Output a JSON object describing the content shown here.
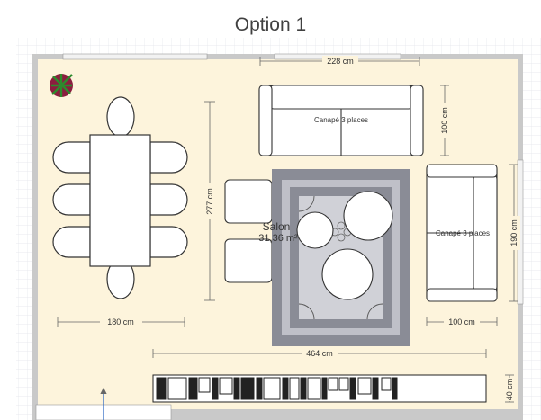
{
  "title": "Option 1",
  "room": {
    "name": "Salon",
    "area": "31,36 m²"
  },
  "dimensions": {
    "top_sofa_width": "228 cm",
    "top_sofa_depth": "100 cm",
    "room_depth": "277 cm",
    "right_sofa_width": "190 cm",
    "table_width": "180 cm",
    "right_sofa_depth": "100 cm",
    "cabinet_width": "464 cm",
    "cabinet_depth": "40 cm"
  },
  "furniture": {
    "top_sofa_label": "Canapé 3 places",
    "right_sofa_label": "Canapé 3 places"
  },
  "colors": {
    "floor": "#fdf4dc",
    "wall": "#c8c8c8",
    "rug_outer": "#8a8c96",
    "rug_inner": "#c7c8cf",
    "plant": "#8b1e3f"
  }
}
